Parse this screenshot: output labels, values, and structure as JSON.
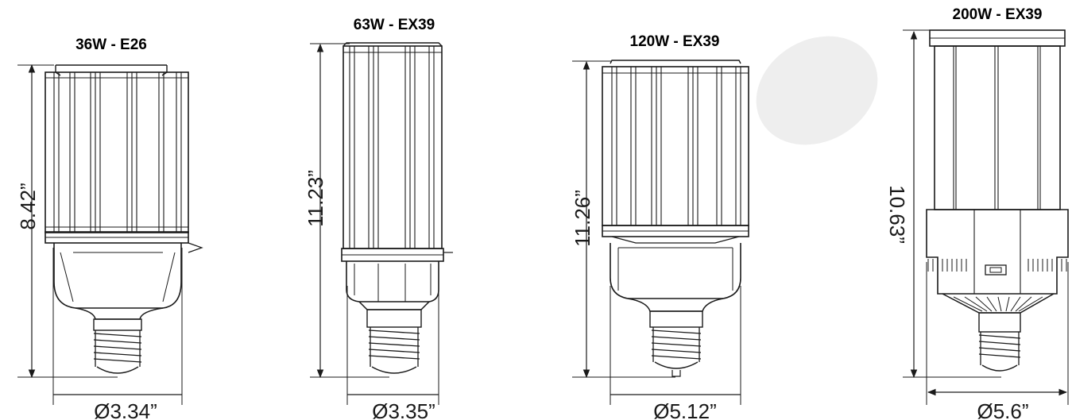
{
  "bulbs": [
    {
      "title": "36W - E26",
      "height_label": "8.42”",
      "diameter_label": "Ø3.34”"
    },
    {
      "title": "63W - EX39",
      "height_label": "11.23”",
      "diameter_label": "Ø3.35”"
    },
    {
      "title": "120W - EX39",
      "height_label": "11.26”",
      "diameter_label": "Ø5.12”"
    },
    {
      "title": "200W - EX39",
      "height_label": "10.63”",
      "diameter_label": "Ø5.6”"
    }
  ],
  "colors": {
    "line": "#1a1a1a",
    "watermark": "#eeeeee"
  }
}
